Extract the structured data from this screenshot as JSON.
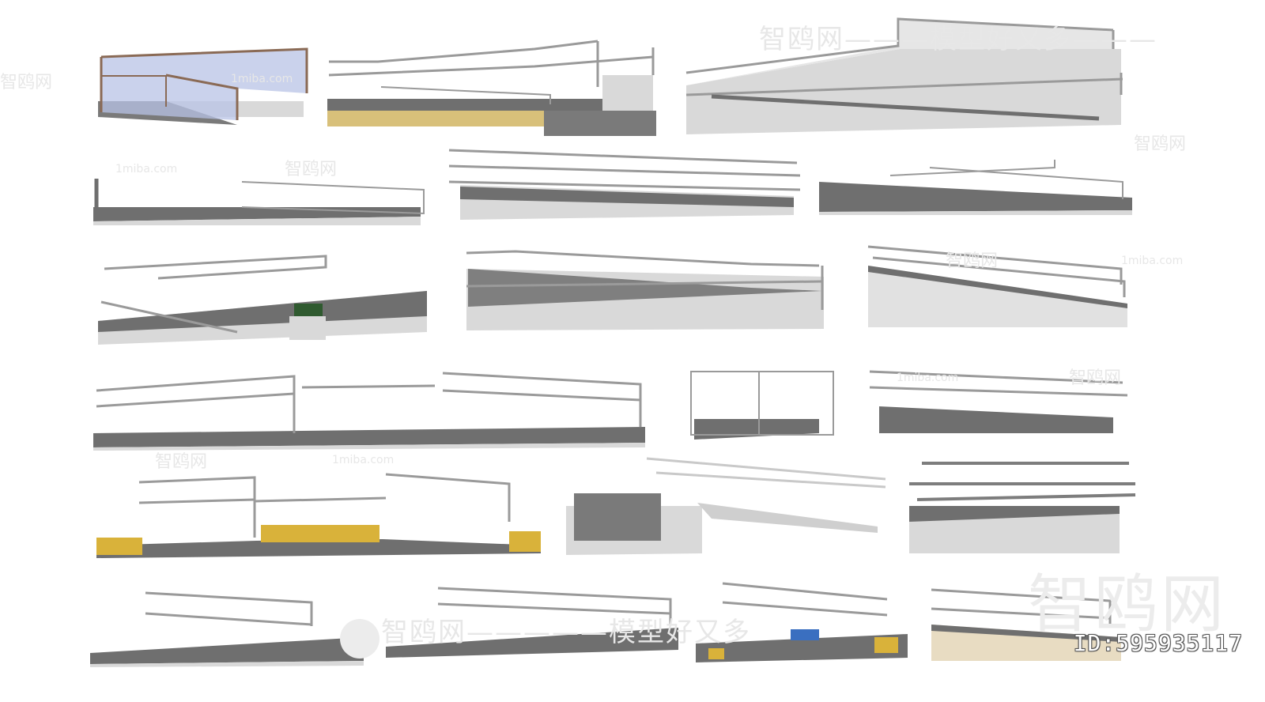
{
  "image_id_label": "ID:595935117",
  "watermarks": {
    "brand_cn": "智鸥网",
    "site": "1miba.com",
    "slogan_line": "智鸥网—————模型好又多",
    "top_right_line": "智鸥网———模型好又多———",
    "dashes": "—————"
  },
  "colors": {
    "ramp_surface": "#6f6f6f",
    "ramp_body": "#d9d9d9",
    "rail": "#9a9a9a",
    "rail_dark": "#7d7d7d",
    "glass": "#b8c3e6",
    "glass_frame": "#8a6a55",
    "tactile_yellow": "#d9b23a",
    "sand": "#d8c07a",
    "wm_text": "#e7e7e7"
  },
  "models": [
    {
      "name": "ramp-glass-railing",
      "count": 1
    },
    {
      "name": "ramp-switchback-sand",
      "count": 1
    },
    {
      "name": "ramp-long-double",
      "count": 1
    },
    {
      "name": "ramp-picket-low",
      "count": 1
    },
    {
      "name": "ramp-long-straight",
      "count": 1
    },
    {
      "name": "ramp-stepped-small",
      "count": 1
    },
    {
      "name": "ramp-turn-green-box",
      "count": 1
    },
    {
      "name": "ramp-crossing",
      "count": 1
    },
    {
      "name": "ramp-tall-wall",
      "count": 1
    },
    {
      "name": "ramp-three-section",
      "count": 1
    },
    {
      "name": "ramp-cage",
      "count": 1
    },
    {
      "name": "ramp-loop-rail",
      "count": 1
    },
    {
      "name": "ramp-tactile-yellow",
      "count": 1
    },
    {
      "name": "ramp-stair-mesh",
      "count": 1
    },
    {
      "name": "ramp-heavy-pipe",
      "count": 1
    },
    {
      "name": "ramp-short-loop",
      "count": 1
    },
    {
      "name": "ramp-low-long",
      "count": 1
    },
    {
      "name": "ramp-accessible-sign",
      "count": 1
    },
    {
      "name": "ramp-sand-base",
      "count": 1
    }
  ]
}
